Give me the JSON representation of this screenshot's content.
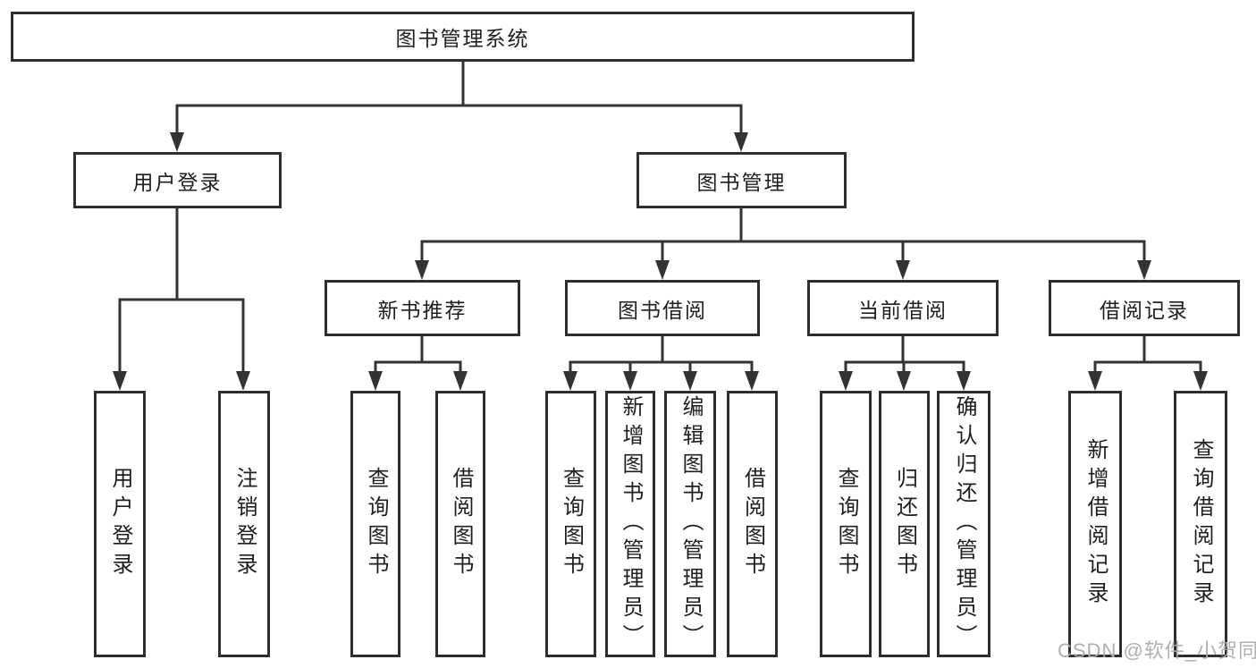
{
  "tree": {
    "label": "图书管理系统",
    "children": [
      {
        "label": "用户登录",
        "children": [
          {
            "label": "用户登录"
          },
          {
            "label": "注销登录"
          }
        ]
      },
      {
        "label": "图书管理",
        "children": [
          {
            "label": "新书推荐",
            "children": [
              {
                "label": "查询图书"
              },
              {
                "label": "借阅图书"
              }
            ]
          },
          {
            "label": "图书借阅",
            "children": [
              {
                "label": "查询图书"
              },
              {
                "label": "新增图书（管理员）"
              },
              {
                "label": "编辑图书（管理员）"
              },
              {
                "label": "借阅图书"
              }
            ]
          },
          {
            "label": "当前借阅",
            "children": [
              {
                "label": "查询图书"
              },
              {
                "label": "归还图书"
              },
              {
                "label": "确认归还（管理员）"
              }
            ]
          },
          {
            "label": "借阅记录",
            "children": [
              {
                "label": "新增借阅记录"
              },
              {
                "label": "查询借阅记录"
              }
            ]
          }
        ]
      }
    ]
  },
  "watermark": {
    "text": "CSDN @软件_小贺同学"
  },
  "colors": {
    "line": "#333333",
    "box_border": "#2e2e2e",
    "text": "#1f1f1f",
    "background": "#ffffff",
    "watermark": "#ababab"
  }
}
